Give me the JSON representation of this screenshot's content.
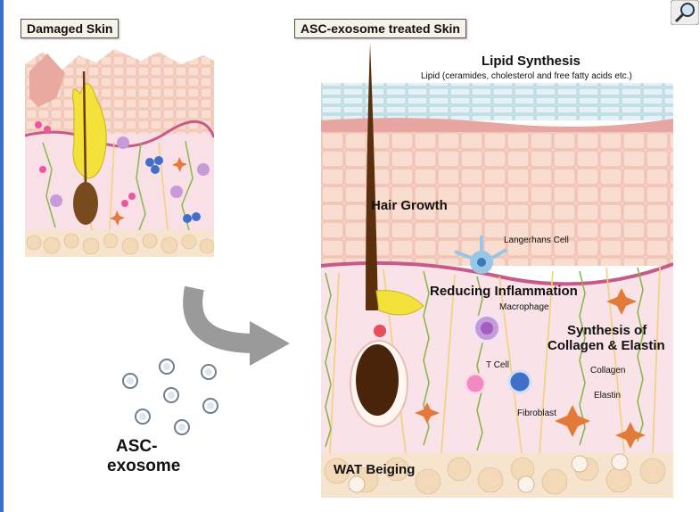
{
  "panels": {
    "damaged_title": "Damaged Skin",
    "treated_title": "ASC-exosome treated Skin"
  },
  "exosome_label_line1": "ASC-",
  "exosome_label_line2": "exosome",
  "annotations": {
    "lipid_synthesis": "Lipid Synthesis",
    "lipid_detail": "Lipid (ceramides, cholesterol and free fatty acids etc.)",
    "hair_growth": "Hair Growth",
    "langerhans": "Langerhans Cell",
    "reducing_inflammation": "Reducing Inflammation",
    "macrophage": "Macrophage",
    "synthesis_line1": "Synthesis of",
    "synthesis_line2": "Collagen & Elastin",
    "collagen": "Collagen",
    "t_cell": "T Cell",
    "elastin": "Elastin",
    "fibroblast": "Fibroblast",
    "wat_beiging": "WAT Beiging"
  },
  "colors": {
    "epidermis": "#f6cfc2",
    "dermis": "#f9e2e8",
    "stratum_corneum": "#cfe6ee",
    "hair": "#5a2f0c",
    "basement": "#c85a8a",
    "collagen": "#88b84c",
    "elastin": "#f1d27a"
  },
  "icons": [
    "magnifier-icon",
    "curved-arrow-icon"
  ]
}
